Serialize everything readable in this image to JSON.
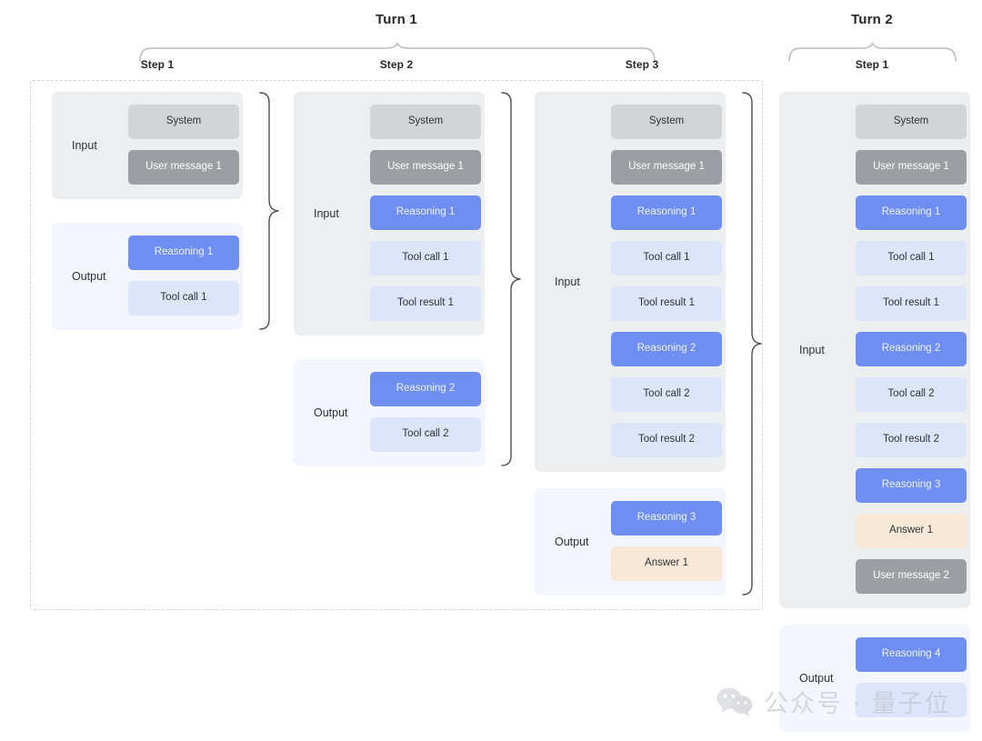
{
  "diagram": {
    "title_turns": [
      {
        "label": "Turn 1"
      },
      {
        "label": "Turn 2"
      }
    ],
    "colors": {
      "system": "#d2d4d8",
      "user_message": "#9b9ea2",
      "reasoning": "#6e8ef2",
      "tool": "#dde5fb",
      "answer": "#f7e8d8",
      "input_panel": "#eceef0",
      "output_panel": "#f3f6fe",
      "dashed_border": "#cfd2d6",
      "brace": "#4c5158"
    },
    "labels": {
      "input": "Input",
      "output": "Output"
    },
    "turns": [
      {
        "name": "Turn 1",
        "steps": [
          {
            "label": "Step 1",
            "input": [
              "System",
              "User message 1"
            ],
            "output": [
              "Reasoning 1",
              "Tool call 1"
            ]
          },
          {
            "label": "Step 2",
            "input": [
              "System",
              "User message 1",
              "Reasoning 1",
              "Tool call 1",
              "Tool result 1"
            ],
            "output": [
              "Reasoning 2",
              "Tool call 2"
            ]
          },
          {
            "label": "Step 3",
            "input": [
              "System",
              "User message 1",
              "Reasoning 1",
              "Tool call 1",
              "Tool result 1",
              "Reasoning 2",
              "Tool call 2",
              "Tool result 2"
            ],
            "output": [
              "Reasoning 3",
              "Answer 1"
            ]
          }
        ]
      },
      {
        "name": "Turn 2",
        "steps": [
          {
            "label": "Step 1",
            "input": [
              "System",
              "User message 1",
              "Reasoning 1",
              "Tool call 1",
              "Tool result 1",
              "Reasoning 2",
              "Tool call 2",
              "Tool result 2",
              "Reasoning 3",
              "Answer 1",
              "User message 2"
            ],
            "output": [
              "Reasoning 4",
              ""
            ]
          }
        ]
      }
    ],
    "tokens": {
      "t1s1_in_1": "System",
      "t1s1_in_2": "User message 1",
      "t1s1_out_1": "Reasoning 1",
      "t1s1_out_2": "Tool call 1",
      "t1s2_in_1": "System",
      "t1s2_in_2": "User message 1",
      "t1s2_in_3": "Reasoning 1",
      "t1s2_in_4": "Tool call 1",
      "t1s2_in_5": "Tool result 1",
      "t1s2_out_1": "Reasoning 2",
      "t1s2_out_2": "Tool call 2",
      "t1s3_in_1": "System",
      "t1s3_in_2": "User message 1",
      "t1s3_in_3": "Reasoning 1",
      "t1s3_in_4": "Tool call 1",
      "t1s3_in_5": "Tool result 1",
      "t1s3_in_6": "Reasoning 2",
      "t1s3_in_7": "Tool call 2",
      "t1s3_in_8": "Tool result 2",
      "t1s3_out_1": "Reasoning 3",
      "t1s3_out_2": "Answer 1",
      "t2s1_in_1": "System",
      "t2s1_in_2": "User message 1",
      "t2s1_in_3": "Reasoning 1",
      "t2s1_in_4": "Tool call 1",
      "t2s1_in_5": "Tool result 1",
      "t2s1_in_6": "Reasoning 2",
      "t2s1_in_7": "Tool call 2",
      "t2s1_in_8": "Tool result 2",
      "t2s1_in_9": "Reasoning 3",
      "t2s1_in_10": "Answer 1",
      "t2s1_in_11": "User message 2",
      "t2s1_out_1": "Reasoning 4",
      "t2s1_out_2": ""
    },
    "steps_row": {
      "t1_step1": "Step 1",
      "t1_step2": "Step 2",
      "t1_step3": "Step 3",
      "t2_step1": "Step 1"
    },
    "watermark": {
      "text": "公众号 · 量子位",
      "icon": "wechat-icon"
    }
  }
}
